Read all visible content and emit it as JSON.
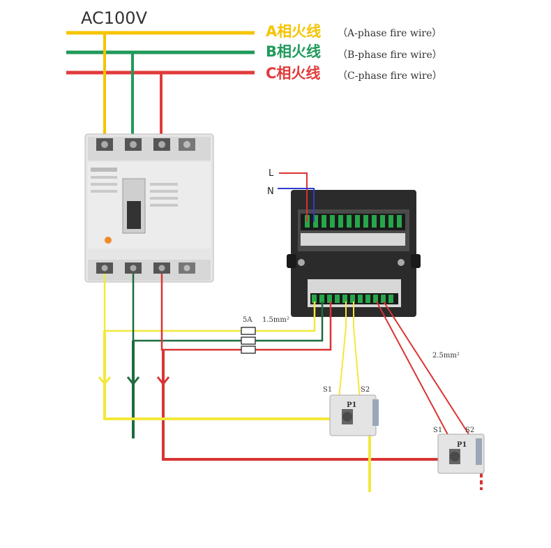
{
  "title": "AC100V",
  "phases": [
    {
      "cn": "A相火线",
      "en": "（A-phase fire wire）",
      "color": "#f5c400"
    },
    {
      "cn": "B相火线",
      "en": "（B-phase fire wire）",
      "color": "#1f9a5a"
    },
    {
      "cn": "C相火线",
      "en": "（C-phase fire wire）",
      "color": "#e23a3a"
    }
  ],
  "meter": {
    "l_label": "L",
    "n_label": "N"
  },
  "fuse_label": "5A",
  "wire_label_1": "1.5mm²",
  "wire_label_2": "2.5mm²",
  "ct1": {
    "s1": "S1",
    "s2": "S2",
    "p1": "P1"
  },
  "ct2": {
    "s1": "S1",
    "s2": "S2",
    "p1": "P1"
  },
  "colors": {
    "yellow": "#f3e83a",
    "green": "#1d6b3f",
    "red": "#d93434",
    "wire_l": "#d93434",
    "wire_n": "#2f3bd0"
  }
}
